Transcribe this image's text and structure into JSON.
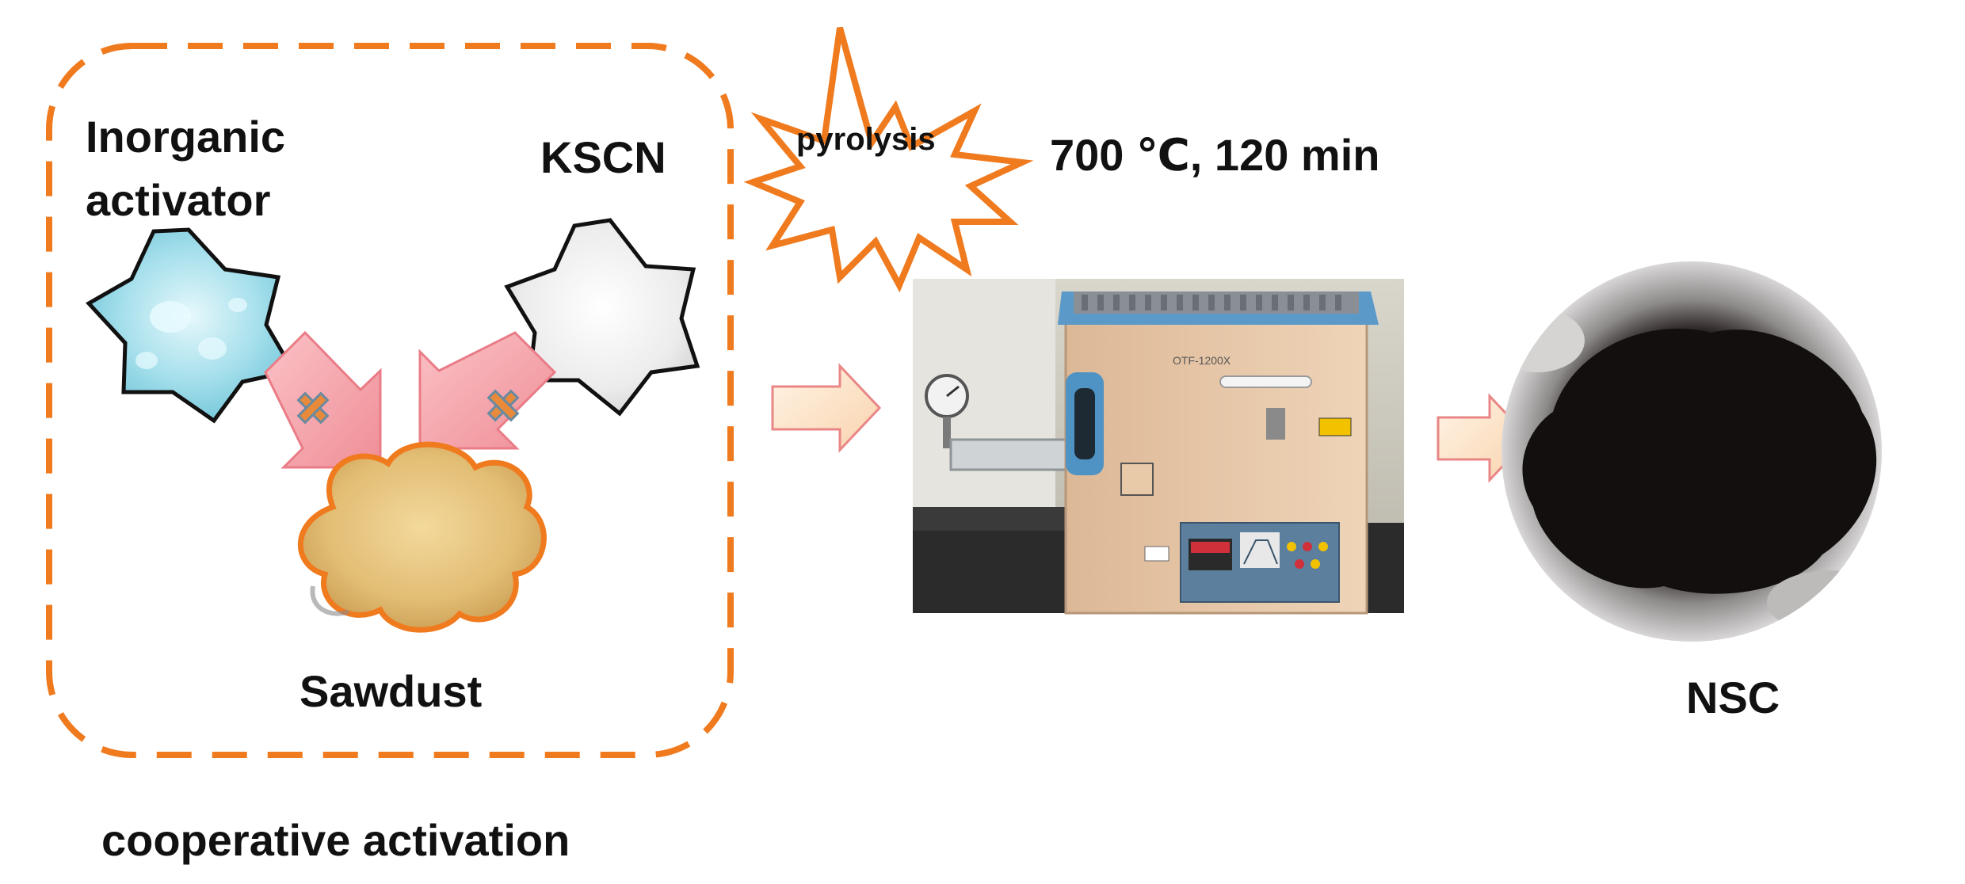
{
  "labels": {
    "inorganic_line1": "Inorganic",
    "inorganic_line2": "activator",
    "kscn": "KSCN",
    "sawdust": "Sawdust",
    "cooperative": "cooperative activation",
    "pyrolysis": "pyrolysis",
    "conditions": "700 ℃, 120 min",
    "product": "NSC",
    "furnace_model": "OTF-1200X"
  },
  "colors": {
    "dashed_box": "#f07a1e",
    "burst_stroke": "#f07a1e",
    "pink_arrow_fill": "#f5a0a6",
    "pink_arrow_stroke": "#e97c86",
    "x_mark": "#e98a3a",
    "x_mark_outline": "#6a8aa0",
    "peach_arrow_fill": "#fde3c8",
    "peach_arrow_stroke": "#e98686",
    "inorganic_star": "#9fdbe8",
    "kscn_star": "#f1f1f1",
    "sawdust": "#e6c27e",
    "furnace_body": "#e8c9a8",
    "furnace_lid": "#5a99c8",
    "nsc_powder": "#1a1414"
  },
  "icons": {
    "inorganic": "water-droplet-star-icon",
    "kscn": "white-powder-star-icon",
    "sawdust": "sawdust-cloud-icon",
    "pyrolysis": "explosion-burst-icon",
    "furnace": "tube-furnace-photo",
    "nsc": "black-carbon-powder-photo"
  }
}
